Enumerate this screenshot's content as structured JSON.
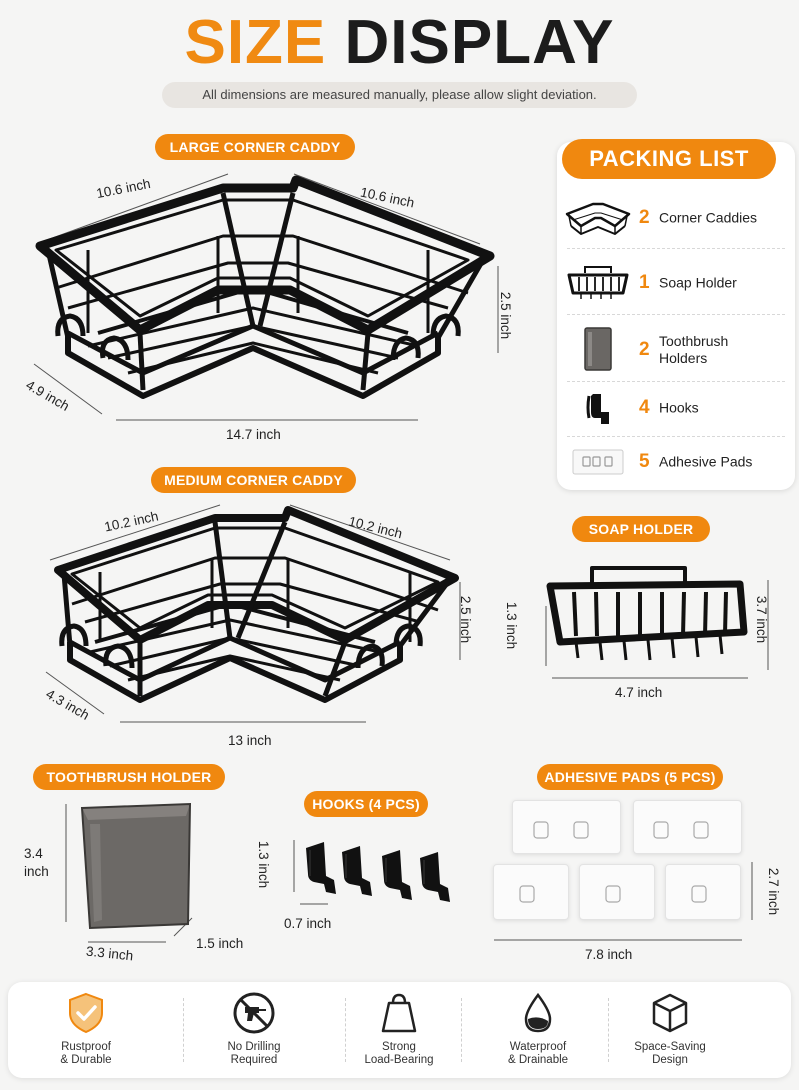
{
  "header": {
    "title_part1": "SIZE",
    "title_part2": "DISPLAY",
    "subtitle": "All dimensions are measured manually, please allow slight deviation."
  },
  "large_caddy": {
    "label": "LARGE CORNER CADDY",
    "side_left": "10.6 inch",
    "side_right": "10.6 inch",
    "height": "2.5 inch",
    "depth": "4.9 inch",
    "width": "14.7 inch"
  },
  "medium_caddy": {
    "label": "MEDIUM CORNER CADDY",
    "side_left": "10.2 inch",
    "side_right": "10.2 inch",
    "height": "2.5 inch",
    "depth": "4.3 inch",
    "width": "13 inch"
  },
  "packing_list": {
    "title": "PACKING LIST",
    "items": [
      {
        "qty": "2",
        "label": "Corner Caddies",
        "icon": "corner-caddy-icon"
      },
      {
        "qty": "1",
        "label": "Soap Holder",
        "icon": "soap-holder-icon"
      },
      {
        "qty": "2",
        "label": "Toothbrush Holders",
        "icon": "toothbrush-holder-icon"
      },
      {
        "qty": "4",
        "label": "Hooks",
        "icon": "hook-icon"
      },
      {
        "qty": "5",
        "label": "Adhesive Pads",
        "icon": "adhesive-pad-icon"
      }
    ]
  },
  "soap_holder": {
    "label": "SOAP HOLDER",
    "inner_height": "1.3 inch",
    "height": "3.7 inch",
    "width": "4.7 inch"
  },
  "toothbrush_holder": {
    "label": "TOOTHBRUSH HOLDER",
    "height": "3.4 inch",
    "width": "3.3 inch",
    "depth": "1.5 inch"
  },
  "hooks": {
    "label": "HOOKS (4 PCS)",
    "height": "1.3 inch",
    "width": "0.7 inch"
  },
  "adhesive_pads": {
    "label": "ADHESIVE PADS (5 PCS)",
    "height": "2.7 inch",
    "width": "7.8 inch"
  },
  "features": [
    {
      "line1": "Rustproof",
      "line2": "& Durable",
      "icon": "shield-check-icon"
    },
    {
      "line1": "No Drilling",
      "line2": "Required",
      "icon": "no-drill-icon"
    },
    {
      "line1": "Strong",
      "line2": "Load-Bearing",
      "icon": "weight-icon"
    },
    {
      "line1": "Waterproof",
      "line2": "& Drainable",
      "icon": "water-drop-icon"
    },
    {
      "line1": "Space-Saving",
      "line2": "Design",
      "icon": "cube-icon"
    }
  ],
  "colors": {
    "accent": "#f0880f",
    "dark": "#1c1c1c",
    "background": "#f5f5f4"
  }
}
